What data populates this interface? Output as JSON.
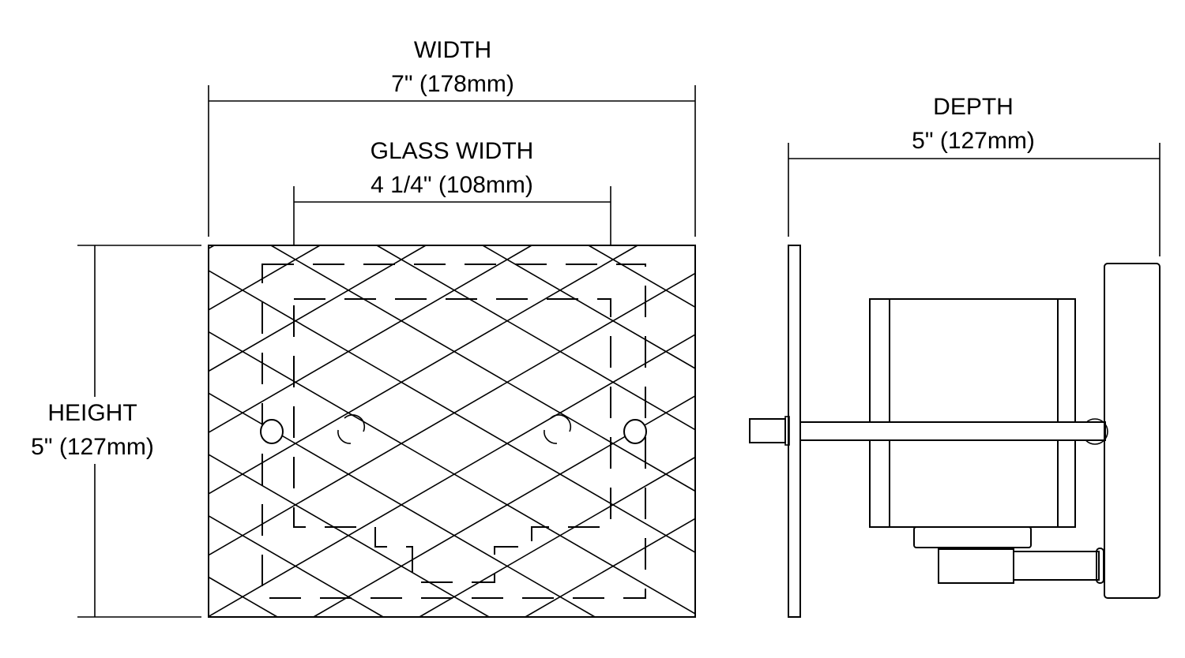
{
  "dimensions": {
    "width": {
      "label": "WIDTH",
      "value": "7\" (178mm)"
    },
    "glass_width": {
      "label": "GLASS WIDTH",
      "value": "4 1/4\" (108mm)"
    },
    "height": {
      "label": "HEIGHT",
      "value": "5\" (127mm)"
    },
    "depth": {
      "label": "DEPTH",
      "value": "5\" (127mm)"
    }
  },
  "colors": {
    "line": "#000000",
    "background": "#ffffff"
  }
}
